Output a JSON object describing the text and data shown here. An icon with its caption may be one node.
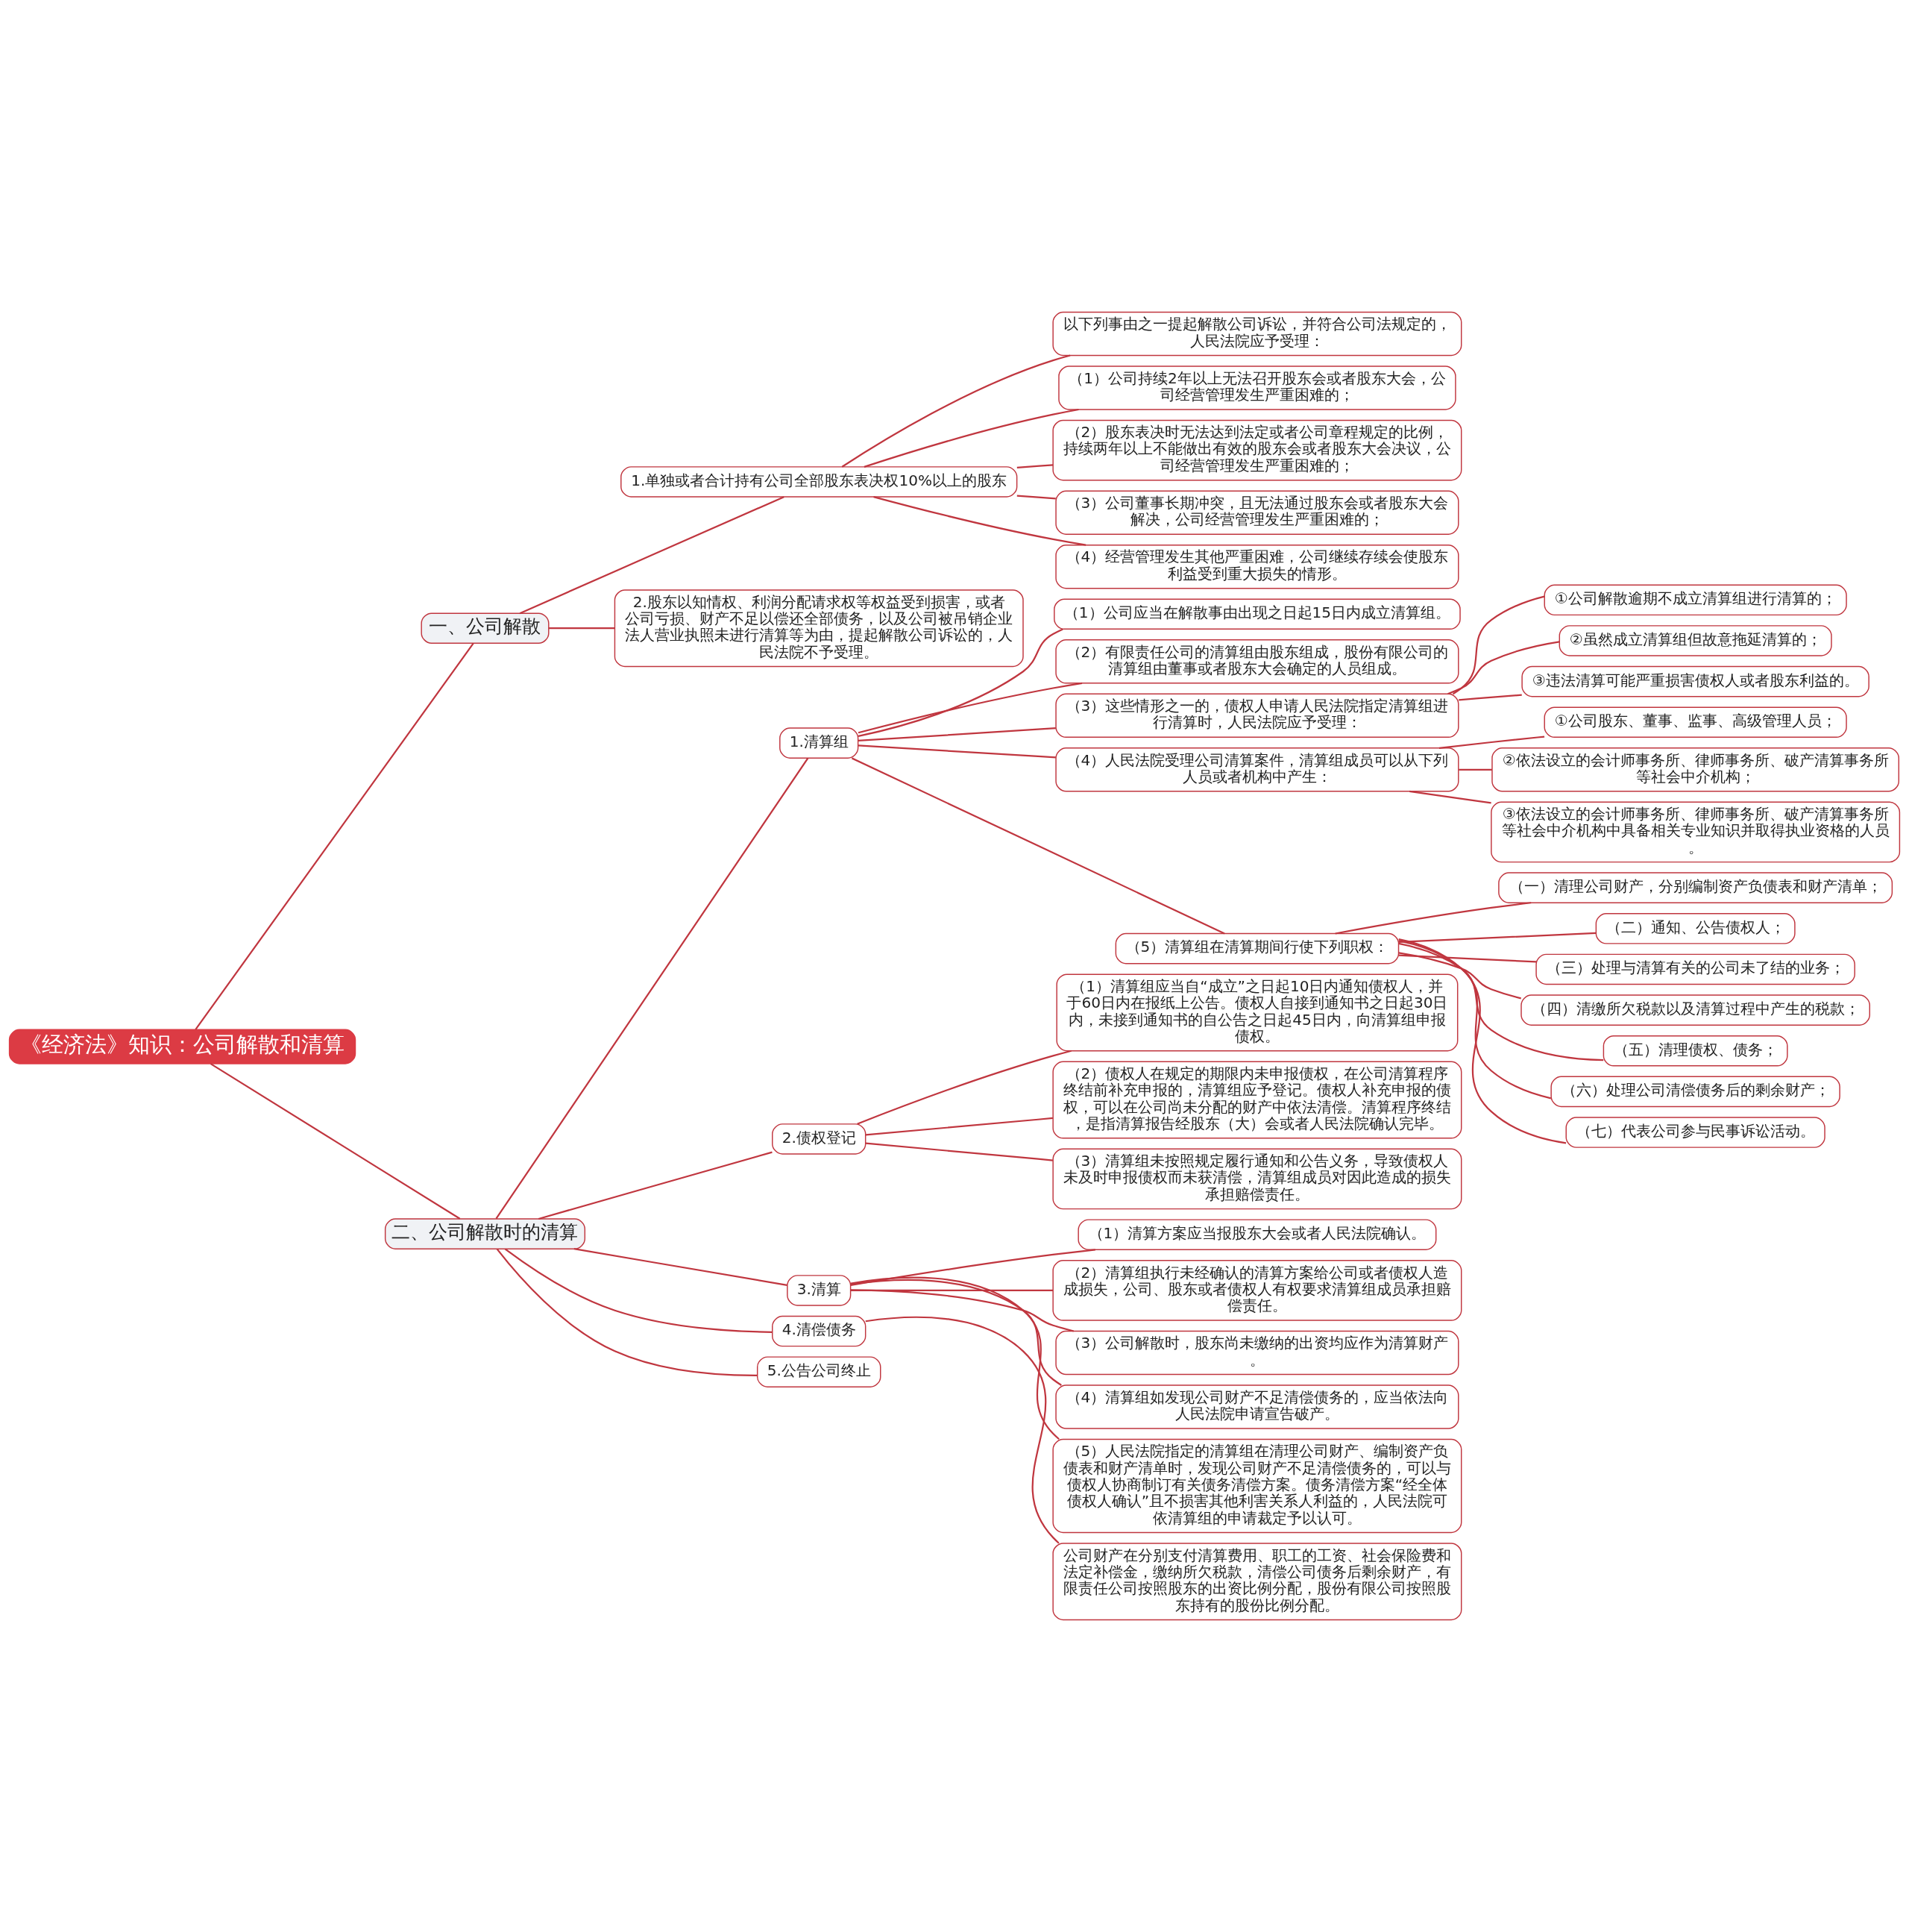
{
  "diagram": {
    "nodes": [
      {
        "text": [
          "《经济法》知识：公司解散和清算"
        ]
      },
      {
        "text": [
          "一、公司解散"
        ]
      },
      {
        "text": [
          "1.单独或者合计持有公司全部股东表决权10%以上的股东"
        ]
      },
      {
        "text": [
          "以下列事由之一提起解散公司诉讼，并符合公司法规定的，人民法院应予受理："
        ]
      },
      {
        "text": [
          "（1）公司持续2年以上无法召开股东会或者股东大会，公司经营管理发生严重困难的；"
        ]
      },
      {
        "text": [
          "（2）股东表决时无法达到法定或者公司章程规定的比例，持续两年以上不能做出有效的股东会或者股东大会决议，公司经营管理发生严重困难的；"
        ]
      },
      {
        "text": [
          "（3）公司董事长期冲突，且无法通过股东会或者股东大会解决，公司经营管理发生严重困难的；"
        ]
      },
      {
        "text": [
          "（4）经营管理发生其他严重困难，公司继续存续会使股东利益受到重大损失的情形。"
        ]
      },
      {
        "text": [
          "2.股东以知情权、利润分配请求权等权益受到损害，或者公司亏损、财产不足以偿还全部债务，以及公司被吊销企业法人营业执照未进行清算等为由，提起解散公司诉讼的，人民法院不予受理。"
        ]
      },
      {
        "text": [
          "二、公司解散时的清算"
        ]
      },
      {
        "text": [
          "1.清算组"
        ]
      },
      {
        "text": [
          "（1）公司应当在解散事由出现之日起15日内成立清算组。"
        ]
      },
      {
        "text": [
          "（2）有限责任公司的清算组由股东组成，股份有限公司的清算组由董事或者股东大会确定的人员组成。"
        ]
      },
      {
        "text": [
          "（3）这些情形之一的，债权人申请人民法院指定清算组进行清算时，人民法院应予受理："
        ]
      },
      {
        "text": [
          "①公司解散逾期不成立清算组进行清算的；"
        ]
      },
      {
        "text": [
          "②虽然成立清算组但故意拖延清算的；"
        ]
      },
      {
        "text": [
          "③违法清算可能严重损害债权人或者股东利益的。"
        ]
      },
      {
        "text": [
          "（4）人民法院受理公司清算案件，清算组成员可以从下列人员或者机构中产生："
        ]
      },
      {
        "text": [
          "①公司股东、董事、监事、高级管理人员；"
        ]
      },
      {
        "text": [
          "②依法设立的会计师事务所、律师事务所、破产清算事务所等社会中介机构；"
        ]
      },
      {
        "text": [
          "③依法设立的会计师事务所、律师事务所、破产清算事务所等社会中介机构中具备相关专业知识并取得执业资格的人员。"
        ]
      },
      {
        "text": [
          "（5）清算组在清算期间行使下列职权："
        ]
      },
      {
        "text": [
          "（一）清理公司财产，分别编制资产负债表和财产清单；"
        ]
      },
      {
        "text": [
          "（二）通知、公告债权人；"
        ]
      },
      {
        "text": [
          "（三）处理与清算有关的公司未了结的业务；"
        ]
      },
      {
        "text": [
          "（四）清缴所欠税款以及清算过程中产生的税款；"
        ]
      },
      {
        "text": [
          "（五）清理债权、债务；"
        ]
      },
      {
        "text": [
          "（六）处理公司清偿债务后的剩余财产；"
        ]
      },
      {
        "text": [
          "（七）代表公司参与民事诉讼活动。"
        ]
      },
      {
        "text": [
          "2.债权登记"
        ]
      },
      {
        "text": [
          "（1）清算组应当自“成立”之日起10日内通知债权人，并于60日内在报纸上公告。债权人自接到通知书之日起30日内，未接到通知书的自公告之日起45日内，向清算组申报债权。"
        ]
      },
      {
        "text": [
          "（2）债权人在规定的期限内未申报债权，在公司清算程序终结前补充申报的，清算组应予登记。债权人补充申报的债权，可以在公司尚未分配的财产中依法清偿。清算程序终结，是指清算报告经股东（大）会或者人民法院确认完毕。"
        ]
      },
      {
        "text": [
          "（3）清算组未按照规定履行通知和公告义务，导致债权人未及时申报债权而未获清偿，清算组成员对因此造成的损失承担赔偿责任。"
        ]
      },
      {
        "text": [
          "3.清算"
        ]
      },
      {
        "text": [
          "（1）清算方案应当报股东大会或者人民法院确认。"
        ]
      },
      {
        "text": [
          "（2）清算组执行未经确认的清算方案给公司或者债权人造成损失，公司、股东或者债权人有权要求清算组成员承担赔偿责任。"
        ]
      },
      {
        "text": [
          "（3）公司解散时，股东尚未缴纳的出资均应作为清算财产。"
        ]
      },
      {
        "text": [
          "（4）清算组如发现公司财产不足清偿债务的，应当依法向人民法院申请宣告破产。"
        ]
      },
      {
        "text": [
          "（5）人民法院指定的清算组在清理公司财产、编制资产负债表和财产清单时，发现公司财产不足清偿债务的，可以与债权人协商制订有关债务清偿方案。债务清偿方案“经全体债权人确认”且不损害其他利害关系人利益的，人民法院可依清算组的申请裁定予以认可。"
        ]
      },
      {
        "text": [
          "4.清偿债务"
        ]
      },
      {
        "text": [
          "公司财产在分别支付清算费用、职工的工资、社会保险费和法定补偿金，缴纳所欠税款，清偿公司债务后剩余财产，有限责任公司按照股东的出资比例分配，股份有限公司按照股东持有的股份比例分配。"
        ]
      },
      {
        "text": [
          "5.公告公司终止"
        ]
      }
    ],
    "edges": [
      {
        "from": 0,
        "to": 1,
        "arrow": "none"
      },
      {
        "from": 1,
        "to": 2,
        "arrow": "none"
      },
      {
        "from": 2,
        "to": 3,
        "arrow": "none"
      },
      {
        "from": 2,
        "to": 4,
        "arrow": "none"
      },
      {
        "from": 2,
        "to": 5,
        "arrow": "none"
      },
      {
        "from": 2,
        "to": 6,
        "arrow": "none"
      },
      {
        "from": 2,
        "to": 7,
        "arrow": "none"
      },
      {
        "from": 1,
        "to": 8,
        "arrow": "none"
      },
      {
        "from": 0,
        "to": 9,
        "arrow": "none"
      },
      {
        "from": 9,
        "to": 10,
        "arrow": "none"
      },
      {
        "from": 10,
        "to": 11,
        "arrow": "none"
      },
      {
        "from": 10,
        "to": 12,
        "arrow": "none"
      },
      {
        "from": 10,
        "to": 13,
        "arrow": "none"
      },
      {
        "from": 13,
        "to": 14,
        "arrow": "none"
      },
      {
        "from": 13,
        "to": 15,
        "arrow": "none"
      },
      {
        "from": 13,
        "to": 16,
        "arrow": "none"
      },
      {
        "from": 10,
        "to": 17,
        "arrow": "none"
      },
      {
        "from": 17,
        "to": 18,
        "arrow": "none"
      },
      {
        "from": 17,
        "to": 19,
        "arrow": "none"
      },
      {
        "from": 17,
        "to": 20,
        "arrow": "none"
      },
      {
        "from": 10,
        "to": 21,
        "arrow": "none"
      },
      {
        "from": 21,
        "to": 22,
        "arrow": "none"
      },
      {
        "from": 21,
        "to": 23,
        "arrow": "none"
      },
      {
        "from": 21,
        "to": 24,
        "arrow": "none"
      },
      {
        "from": 21,
        "to": 25,
        "arrow": "none"
      },
      {
        "from": 21,
        "to": 26,
        "arrow": "none"
      },
      {
        "from": 21,
        "to": 27,
        "arrow": "none"
      },
      {
        "from": 21,
        "to": 28,
        "arrow": "none"
      },
      {
        "from": 9,
        "to": 29,
        "arrow": "none"
      },
      {
        "from": 29,
        "to": 30,
        "arrow": "none"
      },
      {
        "from": 29,
        "to": 31,
        "arrow": "none"
      },
      {
        "from": 29,
        "to": 32,
        "arrow": "none"
      },
      {
        "from": 9,
        "to": 33,
        "arrow": "none"
      },
      {
        "from": 33,
        "to": 34,
        "arrow": "none"
      },
      {
        "from": 33,
        "to": 35,
        "arrow": "none"
      },
      {
        "from": 33,
        "to": 36,
        "arrow": "none"
      },
      {
        "from": 33,
        "to": 37,
        "arrow": "none"
      },
      {
        "from": 33,
        "to": 38,
        "arrow": "none"
      },
      {
        "from": 9,
        "to": 39,
        "arrow": "none"
      },
      {
        "from": 39,
        "to": 40,
        "arrow": "none"
      },
      {
        "from": 9,
        "to": 41,
        "arrow": "none"
      }
    ]
  }
}
